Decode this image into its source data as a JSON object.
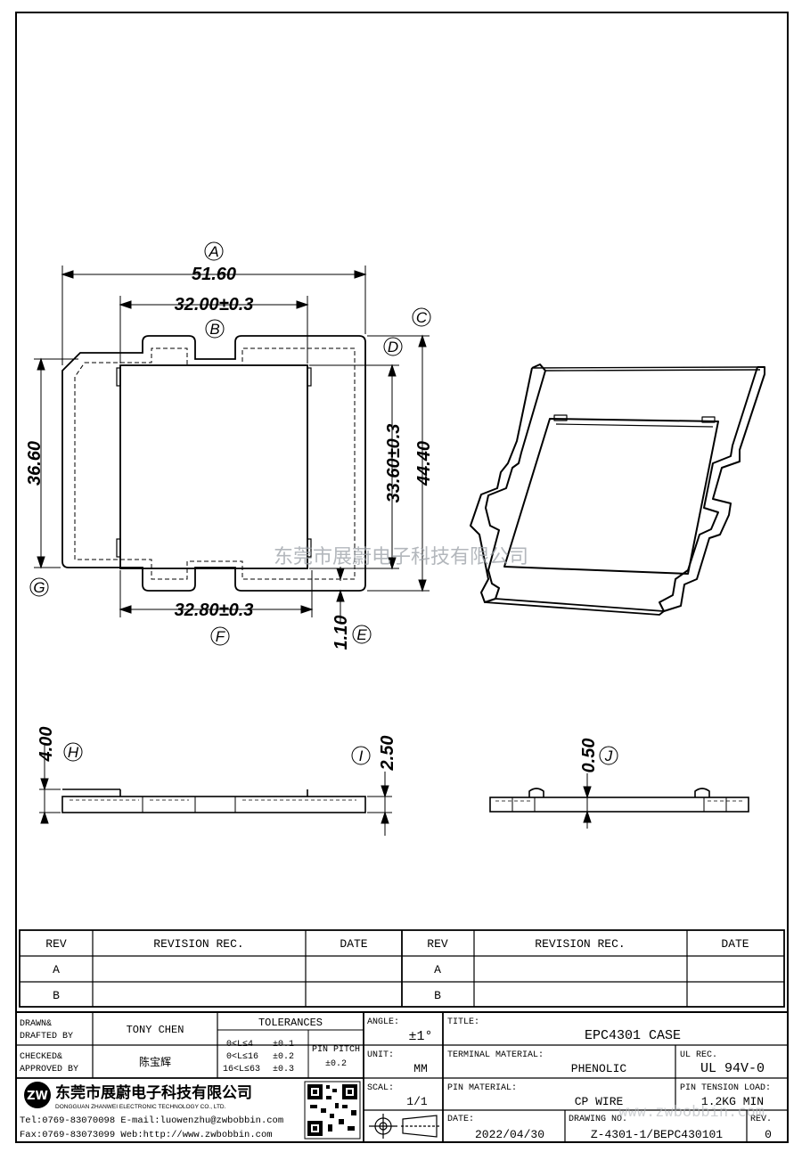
{
  "drawing": {
    "dimensions": {
      "a_label": "A",
      "a_value": "51.60",
      "b_label": "B",
      "b_value": "32.00±0.3",
      "c_label": "C",
      "c_value": "44.40",
      "d_label": "D",
      "d_value": "33.60±0.3",
      "e_label": "E",
      "e_value": "1.10",
      "f_label": "F",
      "f_value": "32.80±0.3",
      "g_label": "G",
      "g_value": "36.60",
      "h_label": "H",
      "h_value": "4.00",
      "i_label": "I",
      "i_value": "2.50",
      "j_label": "J",
      "j_value": "0.50"
    },
    "watermark_center": "东莞市展蔚电子科技有限公司",
    "watermark_corner": "www.zwbobbin.com"
  },
  "revision_table": {
    "headers": [
      "REV",
      "REVISION REC.",
      "DATE",
      "REV",
      "REVISION REC.",
      "DATE"
    ],
    "rows": [
      {
        "rev_left": "A",
        "rev_right": "A"
      },
      {
        "rev_left": "B",
        "rev_right": "B"
      }
    ]
  },
  "title_block": {
    "drawn_label_1": "DRAWN&",
    "drawn_label_2": "DRAFTED BY",
    "drawn_by": "TONY CHEN",
    "checked_label_1": "CHECKED&",
    "checked_label_2": "APPROVED BY",
    "checked_by": "陈宝辉",
    "tolerances_label": "TOLERANCES",
    "tolerance_rows": [
      {
        "range": "0<L≤4",
        "tol": "±0.1"
      },
      {
        "range": "0<L≤16",
        "tol": "±0.2"
      },
      {
        "range": "16<L≤63",
        "tol": "±0.3"
      }
    ],
    "pin_pitch_label": "PIN PITCH",
    "pin_pitch_value": "±0.2",
    "angle_label": "ANGLE:",
    "angle_value": "±1°",
    "unit_label": "UNIT:",
    "unit_value": "MM",
    "scale_label": "SCAL:",
    "scale_value": "1/1",
    "title_label": "TITLE:",
    "title_value": "EPC4301 CASE",
    "terminal_material_label": "TERMINAL MATERIAL:",
    "terminal_material_value": "PHENOLIC",
    "ul_rec_label": "UL REC.",
    "ul_rec_value": "UL 94V-0",
    "pin_material_label": "PIN MATERIAL:",
    "pin_material_value": "CP WIRE",
    "pin_tension_label": "PIN TENSION LOAD:",
    "pin_tension_value": "1.2KG MIN",
    "date_label": "DATE:",
    "date_value": "2022/04/30",
    "drawing_no_label": "DRAWING NO.",
    "drawing_no_value": "Z-4301-1/BEPC430101",
    "rev_label": "REV.",
    "rev_value": "0",
    "company_cn": "东莞市展蔚电子科技有限公司",
    "company_en": "DONGGUAN ZHANWEI ELECTRONIC TECHNOLOGY CO., LTD.",
    "contact_1": "Tel:0769-83070098 E-mail:luowenzhu@zwbobbin.com",
    "contact_2": "Fax:0769-83073099   Web:http://www.zwbobbin.com"
  }
}
